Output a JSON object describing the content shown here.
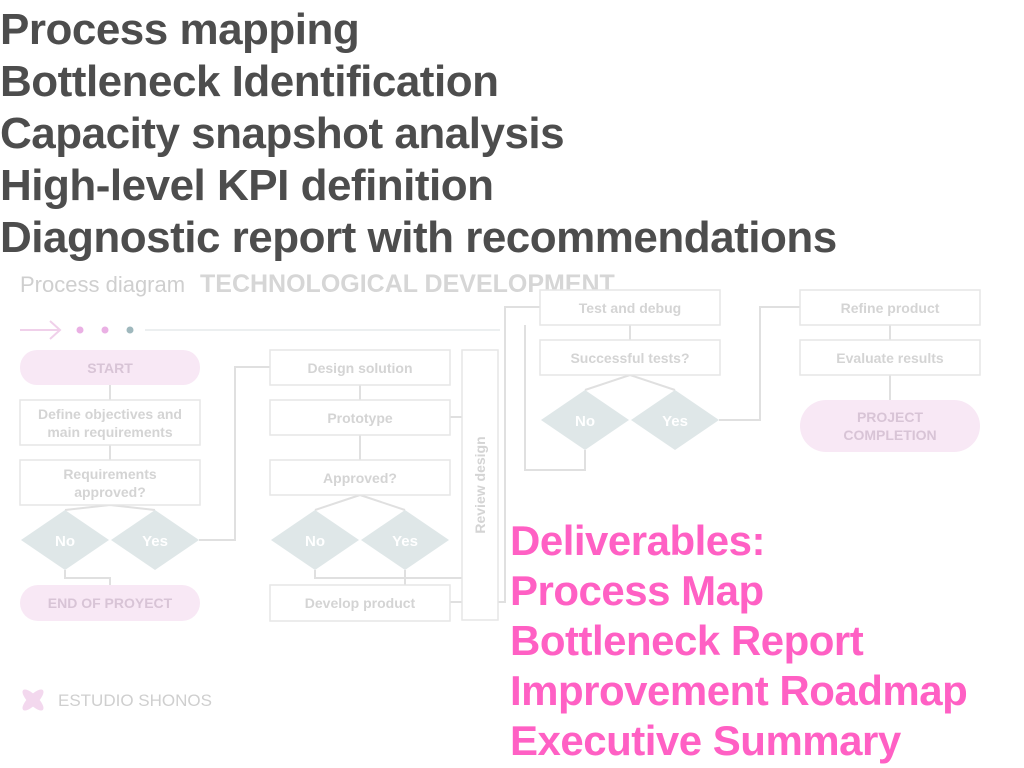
{
  "diagram": {
    "subtitle": "Process diagram",
    "title": "TECHNOLOGICAL DEVELOPMENT",
    "start": "START",
    "define": [
      "Define objectives and",
      "main requirements"
    ],
    "requirements": [
      "Requirements",
      "approved?"
    ],
    "no": "No",
    "yes": "Yes",
    "end": "END OF PROYECT",
    "brand": "ESTUDIO SHONOS",
    "design_solution": "Design solution",
    "prototype": "Prototype",
    "approved": "Approved?",
    "review_design": "Review design",
    "develop_product": "Develop product",
    "test_debug": "Test and debug",
    "successful_tests": "Successful tests?",
    "refine_product": "Refine product",
    "evaluate_results": "Evaluate results",
    "completion": [
      "PROJECT",
      "COMPLETION"
    ],
    "colors": {
      "pink": "#ff60c4",
      "dark": "#4d4d4d",
      "dot_pink": "#eab0e4",
      "dot_teal": "#9fb8bd"
    }
  },
  "services": [
    "Process mapping",
    "Bottleneck Identification",
    "Capacity snapshot analysis",
    "High-level KPI definition",
    "Diagnostic report with recommendations"
  ],
  "deliverables": {
    "heading": "Deliverables:",
    "items": [
      "Process Map",
      "Bottleneck Report",
      "Improvement Roadmap",
      "Executive Summary"
    ]
  }
}
